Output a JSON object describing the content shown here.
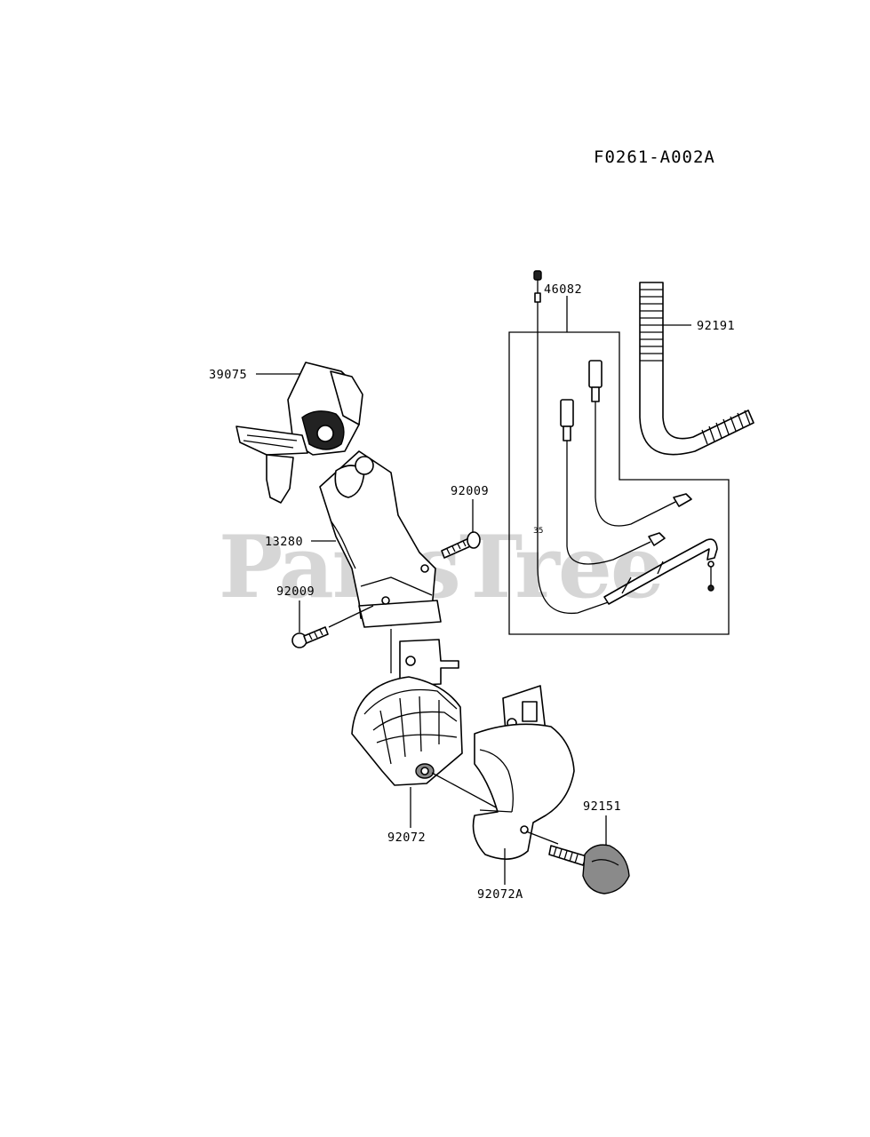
{
  "diagram_code": "F0261-A002A",
  "watermark": "PartsTree",
  "parts": [
    {
      "id": "39075"
    },
    {
      "id": "13280"
    },
    {
      "id": "92009"
    },
    {
      "id": "92009"
    },
    {
      "id": "92072"
    },
    {
      "id": "92072A"
    },
    {
      "id": "92151"
    },
    {
      "id": "46082"
    },
    {
      "id": "92191"
    }
  ]
}
